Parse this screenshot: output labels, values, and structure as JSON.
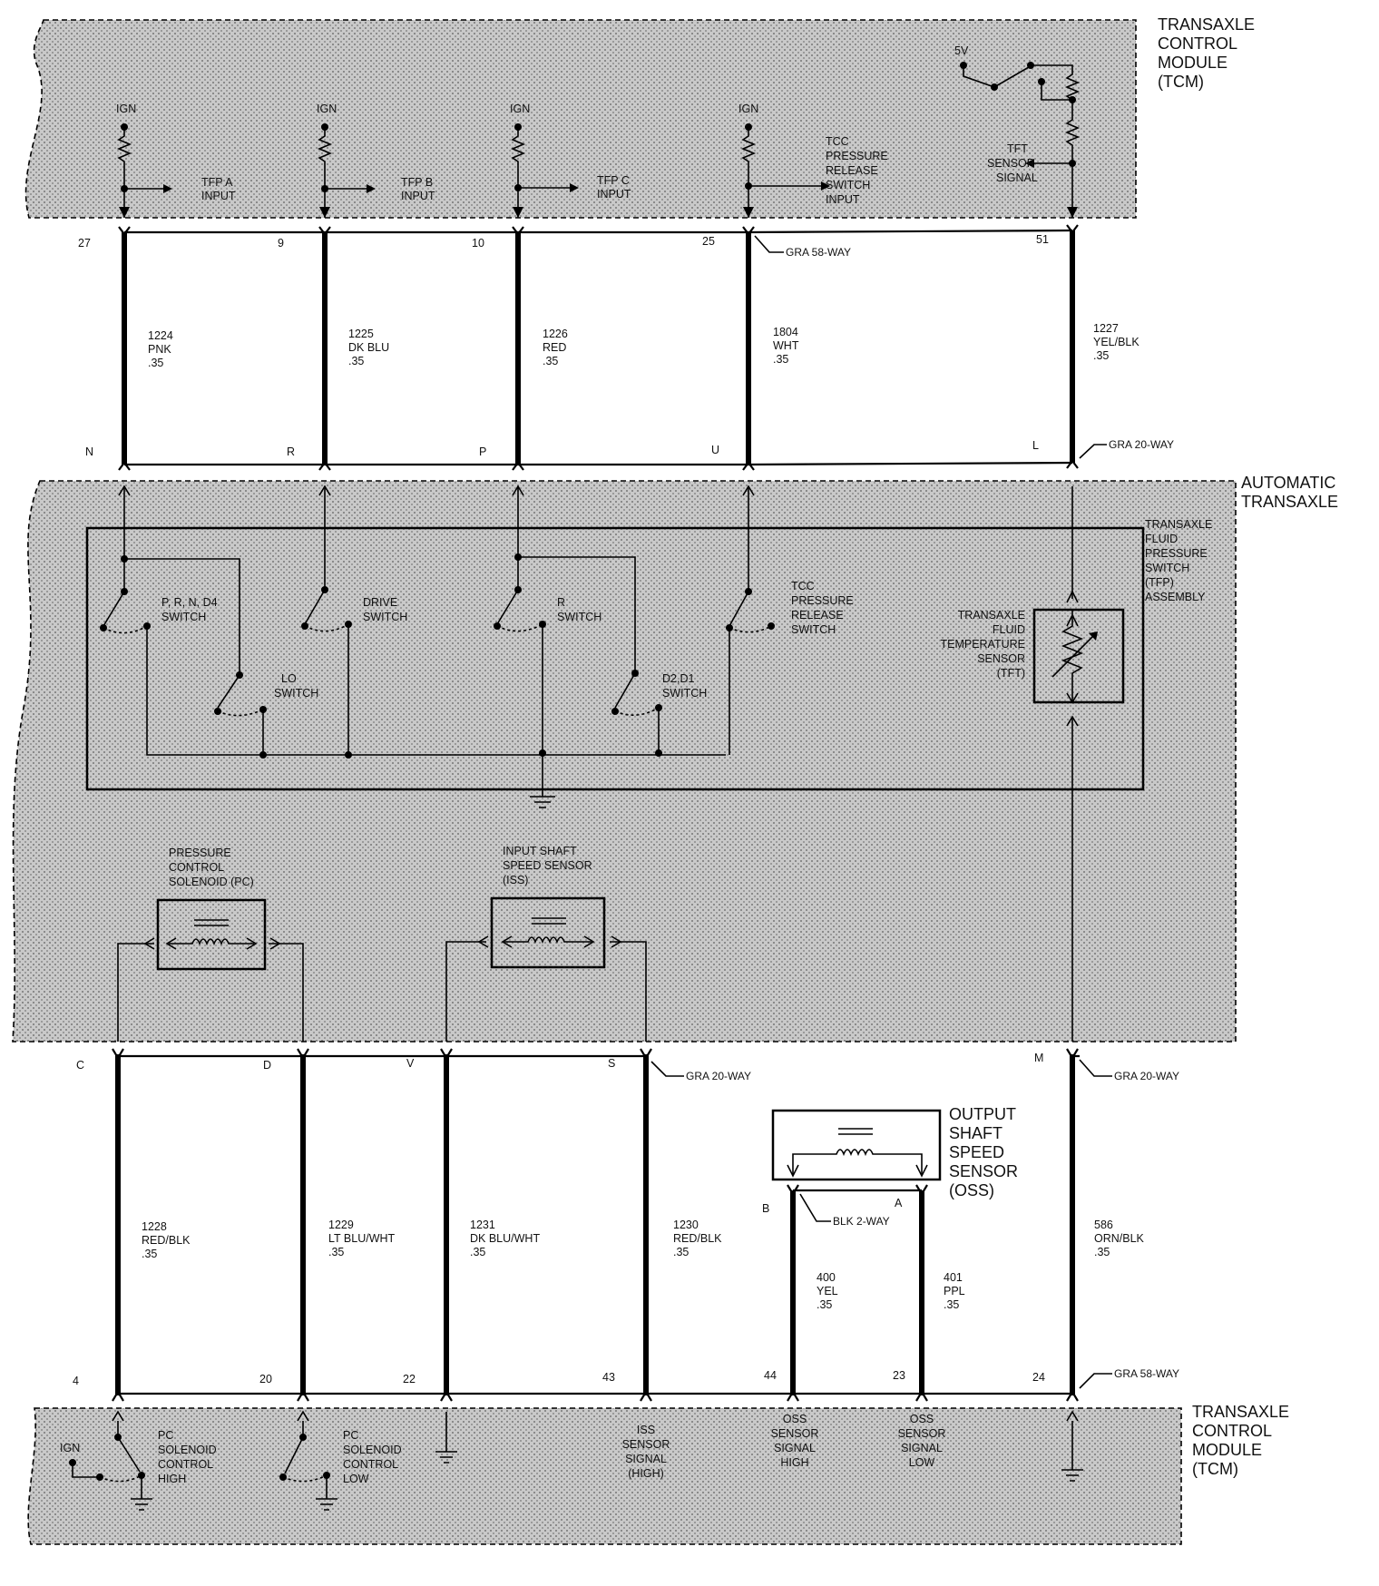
{
  "modules": {
    "tcm_top": [
      "TRANSAXLE",
      "CONTROL",
      "MODULE",
      "(TCM)"
    ],
    "transaxle": [
      "AUTOMATIC",
      "TRANSAXLE"
    ],
    "tcm_bottom": [
      "TRANSAXLE",
      "CONTROL",
      "MODULE",
      "(TCM)"
    ]
  },
  "tcm_top_inputs": {
    "ign": "IGN",
    "five_v": "5V",
    "tfp_a": [
      "TFP A",
      "INPUT"
    ],
    "tfp_b": [
      "TFP B",
      "INPUT"
    ],
    "tfp_c": [
      "TFP C",
      "INPUT"
    ],
    "tcc": [
      "TCC",
      "PRESSURE",
      "RELEASE",
      "SWITCH",
      "INPUT"
    ],
    "tft": [
      "TFT",
      "SENSOR",
      "SIGNAL"
    ]
  },
  "connectors": {
    "gra58_top": "GRA 58-WAY",
    "gra20_upper": "GRA 20-WAY",
    "gra20_lower_mid": "GRA 20-WAY",
    "gra20_lower_right": "GRA 20-WAY",
    "blk2": "BLK 2-WAY",
    "gra58_bottom": "GRA 58-WAY"
  },
  "upper_wires": [
    {
      "top_pin": "27",
      "bottom_pin": "N",
      "circuit": "1224",
      "color": "PNK",
      "gauge": ".35"
    },
    {
      "top_pin": "9",
      "bottom_pin": "R",
      "circuit": "1225",
      "color": "DK BLU",
      "gauge": ".35"
    },
    {
      "top_pin": "10",
      "bottom_pin": "P",
      "circuit": "1226",
      "color": "RED",
      "gauge": ".35"
    },
    {
      "top_pin": "25",
      "bottom_pin": "U",
      "circuit": "1804",
      "color": "WHT",
      "gauge": ".35"
    },
    {
      "top_pin": "51",
      "bottom_pin": "L",
      "circuit": "1227",
      "color": "YEL/BLK",
      "gauge": ".35"
    }
  ],
  "tfp_assembly": {
    "title": [
      "TRANSAXLE",
      "FLUID",
      "PRESSURE",
      "SWITCH",
      "(TFP)",
      "ASSEMBLY"
    ],
    "switches": {
      "prnd4": [
        "P, R, N, D4",
        "SWITCH"
      ],
      "drive": [
        "DRIVE",
        "SWITCH"
      ],
      "r": [
        "R",
        "SWITCH"
      ],
      "tcc": [
        "TCC",
        "PRESSURE",
        "RELEASE",
        "SWITCH"
      ],
      "lo": [
        "LO",
        "SWITCH"
      ],
      "d2d1": [
        "D2,D1",
        "SWITCH"
      ]
    },
    "tft": [
      "TRANSAXLE",
      "FLUID",
      "TEMPERATURE",
      "SENSOR",
      "(TFT)"
    ]
  },
  "solenoids": {
    "pc": [
      "PRESSURE",
      "CONTROL",
      "SOLENOID (PC)"
    ],
    "iss": [
      "INPUT SHAFT",
      "SPEED SENSOR",
      "(ISS)"
    ],
    "oss": [
      "OUTPUT",
      "SHAFT",
      "SPEED",
      "SENSOR",
      "(OSS)"
    ]
  },
  "lower_wires": [
    {
      "top_pin": "C",
      "bottom_pin": "4",
      "circuit": "1228",
      "color": "RED/BLK",
      "gauge": ".35"
    },
    {
      "top_pin": "D",
      "bottom_pin": "20",
      "circuit": "1229",
      "color": "LT BLU/WHT",
      "gauge": ".35"
    },
    {
      "top_pin": "V",
      "bottom_pin": "22",
      "circuit": "1231",
      "color": "DK BLU/WHT",
      "gauge": ".35"
    },
    {
      "top_pin": "S",
      "bottom_pin": "43",
      "circuit": "1230",
      "color": "RED/BLK",
      "gauge": ".35"
    },
    {
      "top_pin": "B",
      "bottom_pin": "44",
      "circuit": "400",
      "color": "YEL",
      "gauge": ".35"
    },
    {
      "top_pin": "A",
      "bottom_pin": "23",
      "circuit": "401",
      "color": "PPL",
      "gauge": ".35"
    },
    {
      "top_pin": "M",
      "bottom_pin": "24",
      "circuit": "586",
      "color": "ORN/BLK",
      "gauge": ".35"
    }
  ],
  "tcm_bottom_labels": {
    "ign": "IGN",
    "pc_high": [
      "PC",
      "SOLENOID",
      "CONTROL",
      "HIGH"
    ],
    "pc_low": [
      "PC",
      "SOLENOID",
      "CONTROL",
      "LOW"
    ],
    "iss": [
      "ISS",
      "SENSOR",
      "SIGNAL",
      "(HIGH)"
    ],
    "oss_high": [
      "OSS",
      "SENSOR",
      "SIGNAL",
      "HIGH"
    ],
    "oss_low": [
      "OSS",
      "SENSOR",
      "SIGNAL",
      "LOW"
    ]
  },
  "colors": {
    "ink": "#000000",
    "shading": "#b4b4b4",
    "paper": "#ffffff"
  }
}
